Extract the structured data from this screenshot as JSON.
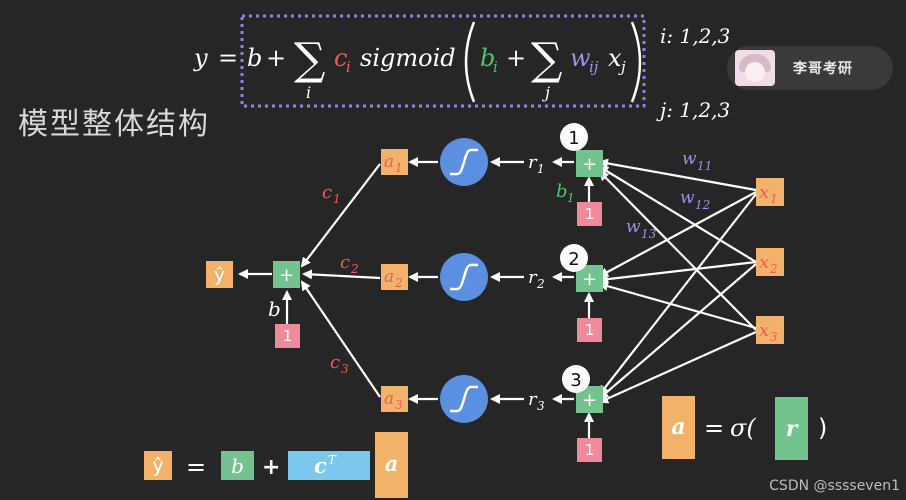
{
  "header": {
    "title": "模型整体结构",
    "badge_name": "李哥考研",
    "watermark": "CSDN @sssseven1"
  },
  "formula": {
    "lhs": "y",
    "eq": "=",
    "b": "b",
    "plus": "+",
    "sum": "∑",
    "sum_index_i": "i",
    "c_i": "c",
    "c_sub": "i",
    "sigmoid": "sigmoid",
    "b_i": "b",
    "b_sub": "i",
    "sum_index_j": "j",
    "w": "w",
    "w_sub": "ij",
    "x": "x",
    "x_sub": "j",
    "i_range": "i: 1,2,3",
    "j_range": "j: 1,2,3"
  },
  "diagram": {
    "plus_symbol": "+",
    "one": "1",
    "y_hat": "ŷ",
    "b_label": "b",
    "sigmoid_units": [
      {
        "a": "a",
        "sub": "1",
        "r": "r",
        "c": "c",
        "csub": "1",
        "num": "1"
      },
      {
        "a": "a",
        "sub": "2",
        "r": "r",
        "c": "c",
        "csub": "2",
        "num": "2"
      },
      {
        "a": "a",
        "sub": "3",
        "r": "r",
        "c": "c",
        "csub": "3",
        "num": "3"
      }
    ],
    "b1": {
      "text": "b",
      "sub": "1"
    },
    "weights": [
      {
        "w": "w",
        "sub": "11"
      },
      {
        "w": "w",
        "sub": "12"
      },
      {
        "w": "w",
        "sub": "13"
      }
    ],
    "inputs": [
      {
        "x": "x",
        "sub": "1"
      },
      {
        "x": "x",
        "sub": "2"
      },
      {
        "x": "x",
        "sub": "3"
      }
    ]
  },
  "bottom": {
    "y_hat": "ŷ",
    "eq": "=",
    "b": "b",
    "plus": "+",
    "cT": "c",
    "cT_sup": "T",
    "a": "a",
    "a_box": "a",
    "sigma_eq": "=",
    "sigma": "σ(",
    "r": "r",
    "close": ")"
  },
  "colors": {
    "background": "#262626",
    "orange": "#f3b26a",
    "green": "#74c38e",
    "pink": "#ef8a9a",
    "blue_circle": "#5b8fe0",
    "light_blue": "#7cc7ee",
    "red_text": "#f05a5a",
    "green_text": "#4fc46a",
    "purple_text": "#9a93e8",
    "dotted_frame": "#8a84e6"
  }
}
